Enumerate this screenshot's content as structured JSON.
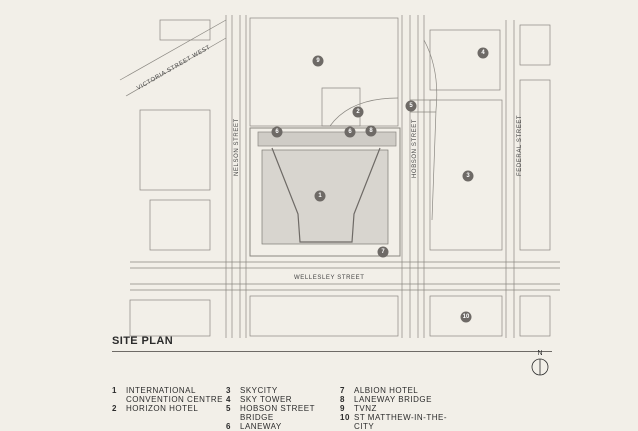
{
  "streets": {
    "victoria_west": "VICTORIA STREET WEST",
    "nelson": "NELSON STREET",
    "hobson": "HOBSON STREET",
    "federal": "FEDERAL STREET",
    "wellesley": "WELLESLEY STREET"
  },
  "markers": [
    "1",
    "2",
    "3",
    "4",
    "5",
    "6",
    "6",
    "7",
    "8",
    "9",
    "10"
  ],
  "title": "SITE PLAN",
  "legend": [
    {
      "num": "1",
      "label": "INTERNATIONAL CONVENTION CENTRE"
    },
    {
      "num": "2",
      "label": "HORIZON HOTEL"
    },
    {
      "num": "3",
      "label": "SKYCITY"
    },
    {
      "num": "4",
      "label": "SKY TOWER"
    },
    {
      "num": "5",
      "label": "HOBSON STREET BRIDGE"
    },
    {
      "num": "6",
      "label": "LANEWAY"
    },
    {
      "num": "7",
      "label": "ALBION HOTEL"
    },
    {
      "num": "8",
      "label": "LANEWAY BRIDGE"
    },
    {
      "num": "9",
      "label": "TVNZ"
    },
    {
      "num": "10",
      "label": "ST MATTHEW-IN-THE-CITY"
    }
  ],
  "north": "N",
  "colors": {
    "marker": "#6e6a66",
    "line": "#8a8781",
    "background": "#f2efe8"
  }
}
